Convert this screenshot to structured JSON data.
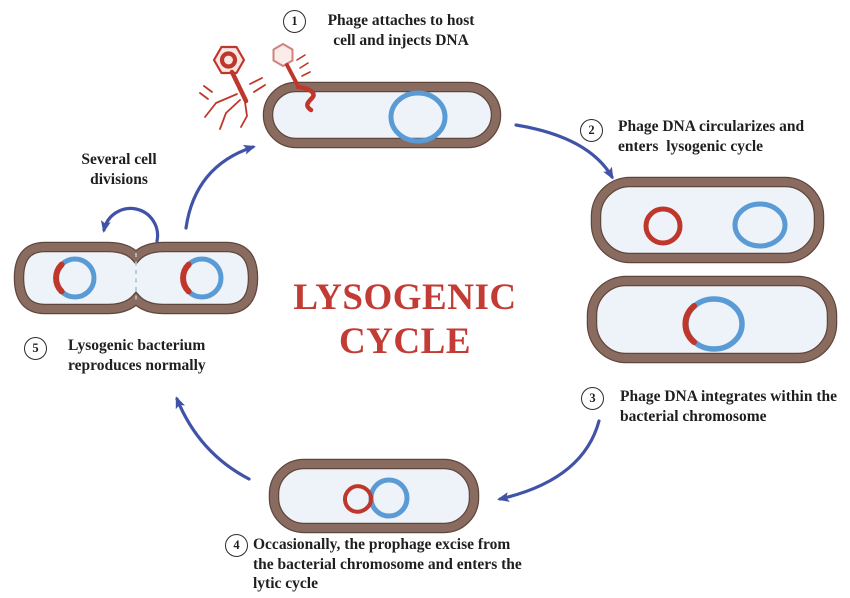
{
  "diagram_title": {
    "line1": "LYSOGENIC",
    "line2": "CYCLE"
  },
  "steps": [
    {
      "number": "1",
      "lines": [
        "Phage attaches to host",
        "cell and injects DNA"
      ]
    },
    {
      "number": "2",
      "lines": [
        "Phage DNA circularizes and",
        "enters  lysogenic cycle"
      ]
    },
    {
      "number": "3",
      "lines": [
        "Phage DNA integrates within the",
        "bacterial chromosome"
      ]
    },
    {
      "number": "4",
      "lines": [
        "Occasionally, the prophage excise from",
        "the bacterial chromosome and enters the",
        "lytic cycle"
      ]
    },
    {
      "number": "5",
      "lines": [
        "Lysogenic bacterium",
        "reproduces normally"
      ]
    }
  ],
  "annotations": {
    "cell_divisions": [
      "Several cell",
      "divisions"
    ]
  },
  "icons": {
    "free_phage": "bacteriophage-icon",
    "attached_phage": "attached-bacteriophage-icon",
    "injected_dna": "red-squiggle-dna-icon",
    "bacterial_chromosome": "blue-circle-dna",
    "phage_dna": "red-circle-dna",
    "prophage": "red-arc-in-blue-circle",
    "excised_prophage": "red-teardrop-loop",
    "division_line": "teal-dashed-line",
    "cycle_arrows": "curved-blue-arrows"
  },
  "colors": {
    "title-red": "#c23b34",
    "wall-brown": "#8a6b60",
    "wall-edge": "#5f463c",
    "cell-interior": "#edf3f9",
    "chromosome-blue": "#5b9bd5",
    "phage-red": "#bf372a",
    "arrow-blue": "#4053a6",
    "division-dash": "#a8c8c8",
    "text-dark": "#1f1f1f",
    "background": "#ffffff"
  }
}
